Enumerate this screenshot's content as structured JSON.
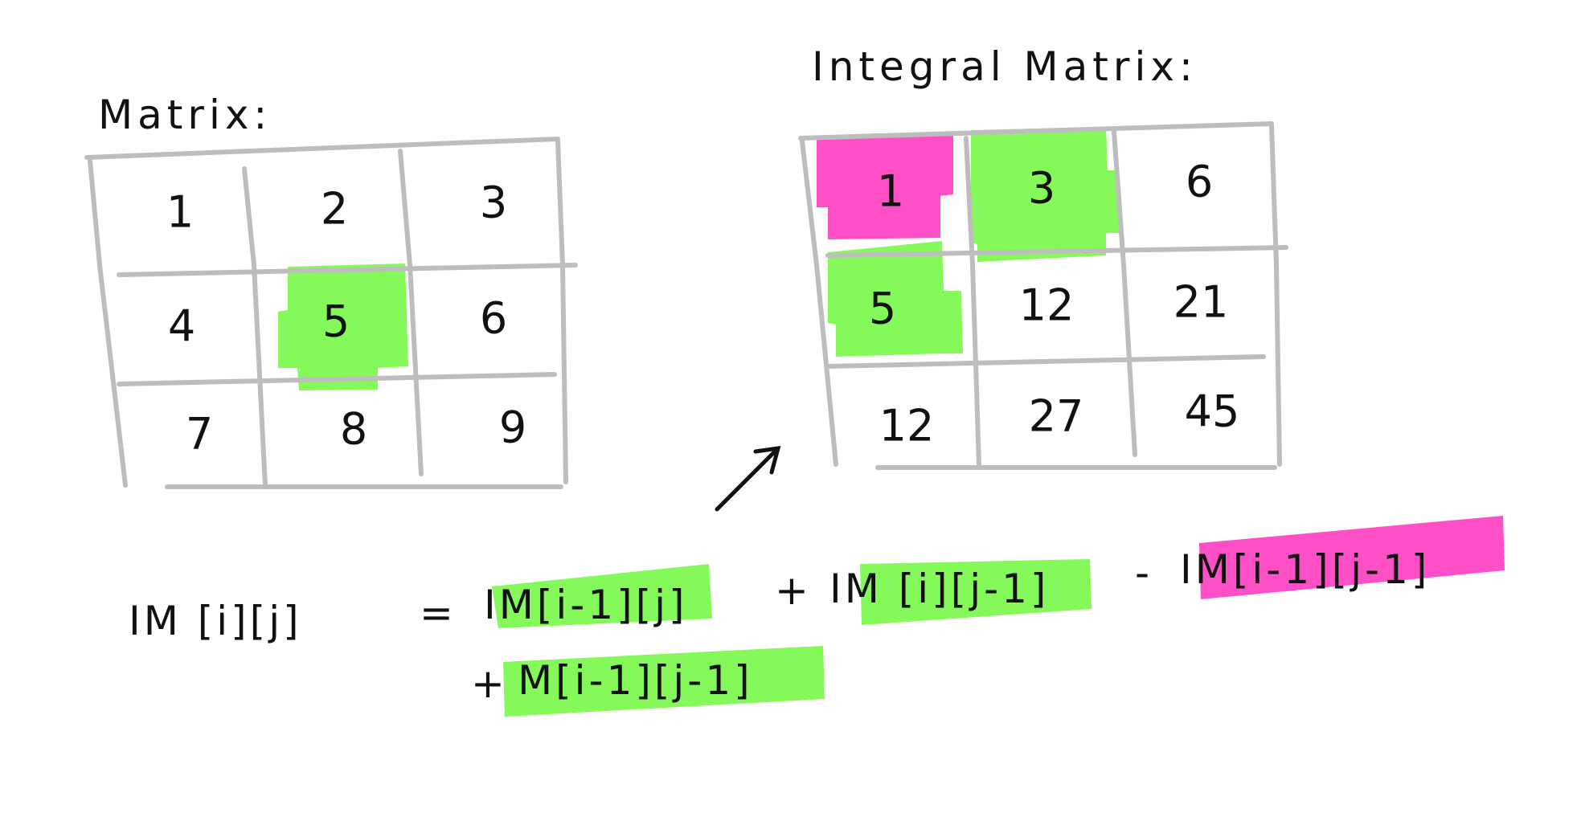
{
  "colors": {
    "green_highlight": "#85f85a",
    "pink_highlight": "#ff4fc7",
    "grid": "#bdbdbd",
    "ink": "#111111"
  },
  "matrix": {
    "title": "Matrix:",
    "cells": [
      [
        "1",
        "2",
        "3"
      ],
      [
        "4",
        "5",
        "6"
      ],
      [
        "7",
        "8",
        "9"
      ]
    ],
    "highlight": {
      "row": 1,
      "col": 1,
      "color": "green"
    }
  },
  "integral_matrix": {
    "title": "Integral Matrix:",
    "cells": [
      [
        "1",
        "3",
        "6"
      ],
      [
        "5",
        "12",
        "21"
      ],
      [
        "12",
        "27",
        "45"
      ]
    ],
    "highlights": [
      {
        "row": 0,
        "col": 0,
        "color": "pink"
      },
      {
        "row": 0,
        "col": 1,
        "color": "green"
      },
      {
        "row": 1,
        "col": 0,
        "color": "green"
      }
    ]
  },
  "formula": {
    "lhs": "IM [i][j]",
    "equals": "=",
    "term1": "IM[i-1][j]",
    "plus1": "+",
    "term2": "IM [i][j-1]",
    "minus": "-",
    "term3": "IM[i-1][j-1]",
    "plus2": "+",
    "term4": "M[i-1][j-1]"
  }
}
